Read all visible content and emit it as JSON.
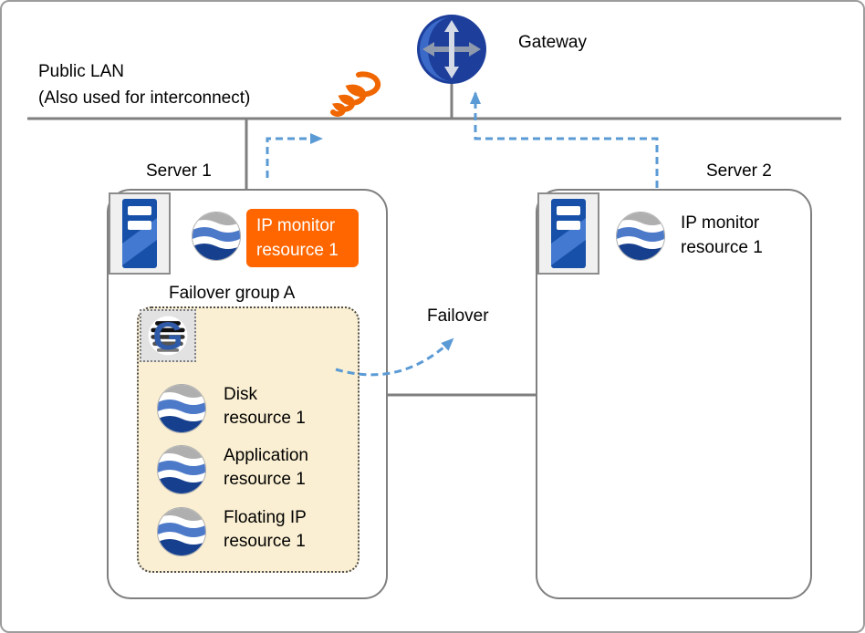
{
  "diagram": {
    "public_lan_label": "Public LAN\n(Also used for interconnect)",
    "gateway_label": "Gateway",
    "failover_label": "Failover",
    "server1": {
      "title": "Server 1",
      "ip_monitor_badge": "IP monitor\nresource 1",
      "failover_group": {
        "title": "Failover group A",
        "resources": [
          {
            "label": "Disk\nresource 1"
          },
          {
            "label": "Application\nresource 1"
          },
          {
            "label": "Floating IP\nresource 1"
          }
        ]
      }
    },
    "server2": {
      "title": "Server 2",
      "ip_monitor_label": "IP monitor\nresource 1"
    },
    "colors": {
      "badge_orange": "#FF6600",
      "fault_coil_orange": "#F06600",
      "arrow_blue": "#5B9BD5",
      "line_gray": "#7F7F7F",
      "group_fill": "#FAEFD2",
      "server_icon_blue": "#1750A8",
      "gateway_blue": "#1D3E9B"
    },
    "icons": {
      "gateway": "router-icon",
      "server": "server-tower-icon",
      "resource": "resource-sphere-icon",
      "group": "failover-group-g-icon",
      "fault": "network-fault-coil-icon"
    }
  }
}
